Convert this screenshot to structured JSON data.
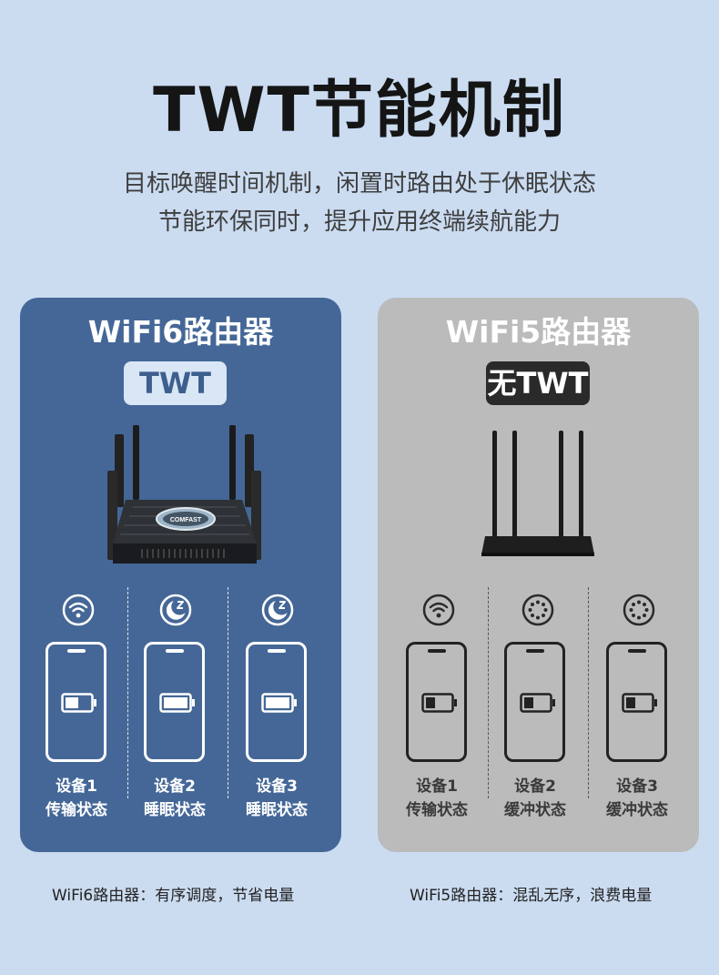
{
  "title": "TWT节能机制",
  "subtitle_lines": [
    "目标唤醒时间机制，闲置时路由处于休眠状态",
    "节能环保同时，提升应用终端续航能力"
  ],
  "colors": {
    "background": "#cbdcf1",
    "panel_wifi6": "#446797",
    "panel_wifi5": "#bbbbbb",
    "badge_wifi6": "#d9e6f6",
    "badge_wifi5": "#2a2a2a"
  },
  "panels": [
    {
      "name": "WiFi6路由器",
      "badge": "TWT",
      "router_logo": "COMFAST",
      "devices": [
        {
          "icon": "wifi-icon",
          "battery": "half",
          "label": "设备1",
          "state": "传输状态"
        },
        {
          "icon": "sleep-moon-icon",
          "battery": "full",
          "label": "设备2",
          "state": "睡眠状态"
        },
        {
          "icon": "sleep-moon-icon",
          "battery": "full",
          "label": "设备3",
          "state": "睡眠状态"
        }
      ],
      "caption": "WiFi6路由器：有序调度，节省电量"
    },
    {
      "name": "WiFi5路由器",
      "badge": "无TWT",
      "devices": [
        {
          "icon": "wifi-icon",
          "battery": "low",
          "label": "设备1",
          "state": "传输状态"
        },
        {
          "icon": "buffering-icon",
          "battery": "low",
          "label": "设备2",
          "state": "缓冲状态"
        },
        {
          "icon": "buffering-icon",
          "battery": "low",
          "label": "设备3",
          "state": "缓冲状态"
        }
      ],
      "caption": "WiFi5路由器：混乱无序，浪费电量"
    }
  ]
}
